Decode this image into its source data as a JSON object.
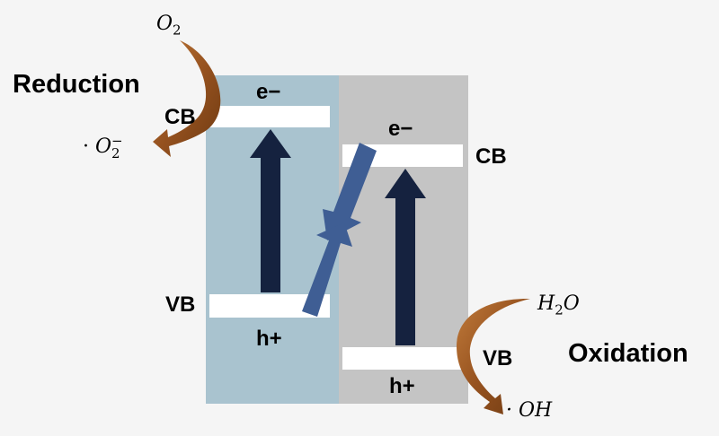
{
  "title": "",
  "left_semiconductor": {
    "cb_label": "CB",
    "vb_label": "VB",
    "electron_label": "e−",
    "hole_label": "h+",
    "panel_color": "#a9c3cf"
  },
  "right_semiconductor": {
    "cb_label": "CB",
    "vb_label": "VB",
    "electron_label": "e−",
    "hole_label": "h+",
    "panel_color": "#c4c4c4"
  },
  "reduction": {
    "label": "Reduction",
    "reactant_base": "O",
    "reactant_sub": "2",
    "product_dot": "·",
    "product_base": "O",
    "product_sub": "2",
    "product_sup": "−"
  },
  "oxidation": {
    "label": "Oxidation",
    "reactant_h": "H",
    "reactant_sub": "2",
    "reactant_o": "O",
    "product": "· OH"
  },
  "colors": {
    "band": "#ffffff",
    "excitation_arrow": "#15223f",
    "transfer_arrow": "#3f5e94",
    "reaction_arrow": "#96521f"
  }
}
